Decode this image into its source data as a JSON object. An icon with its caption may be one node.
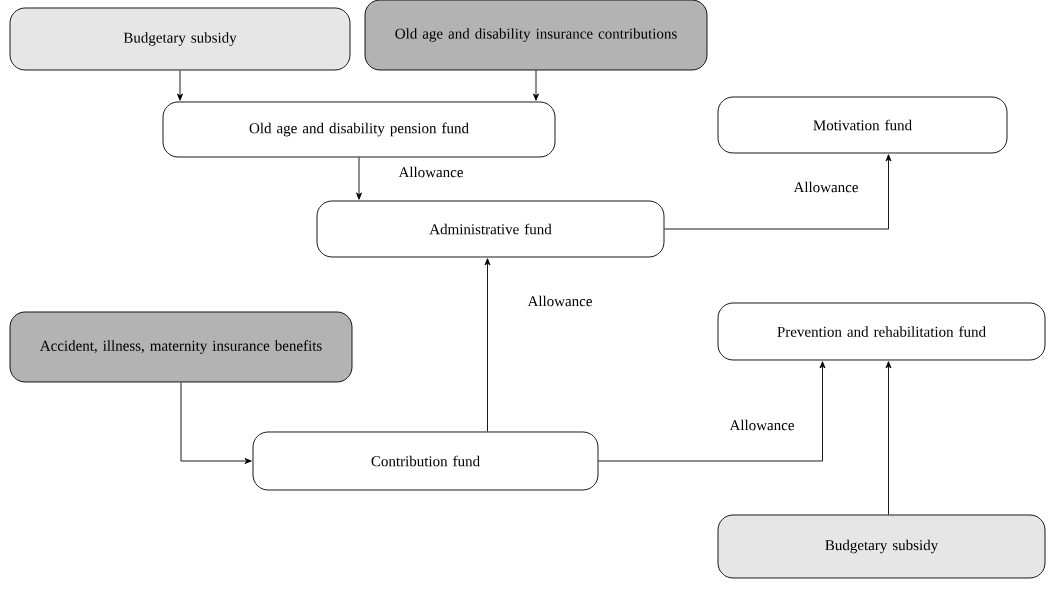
{
  "diagram": {
    "nodes": [
      {
        "text": [
          "Budgetary subsidy"
        ]
      },
      {
        "text": [
          "Old age and disability insurance contributions"
        ]
      },
      {
        "text": [
          "Old age and disability pension fund"
        ]
      },
      {
        "text": [
          "Motivation fund"
        ]
      },
      {
        "text": [
          "Administrative fund"
        ]
      },
      {
        "text": [
          "Accident, illness, maternity insurance benefits"
        ]
      },
      {
        "text": [
          "Prevention and rehabilitation fund"
        ]
      },
      {
        "text": [
          "Contribution fund"
        ]
      },
      {
        "text": [
          "Budgetary subsidy"
        ]
      }
    ],
    "edges": [
      {
        "from": 0,
        "to": 2,
        "arrow": "to"
      },
      {
        "from": 1,
        "to": 2,
        "arrow": "to"
      },
      {
        "from": 2,
        "to": 4,
        "arrow": "to",
        "label": "Allowance"
      },
      {
        "from": 4,
        "to": 3,
        "arrow": "to",
        "label": "Allowance"
      },
      {
        "from": 7,
        "to": 4,
        "arrow": "to",
        "label": "Allowance"
      },
      {
        "from": 5,
        "to": 7,
        "arrow": "to"
      },
      {
        "from": 7,
        "to": 6,
        "arrow": "to",
        "label": "Allowance"
      },
      {
        "from": 8,
        "to": 6,
        "arrow": "to"
      }
    ]
  }
}
